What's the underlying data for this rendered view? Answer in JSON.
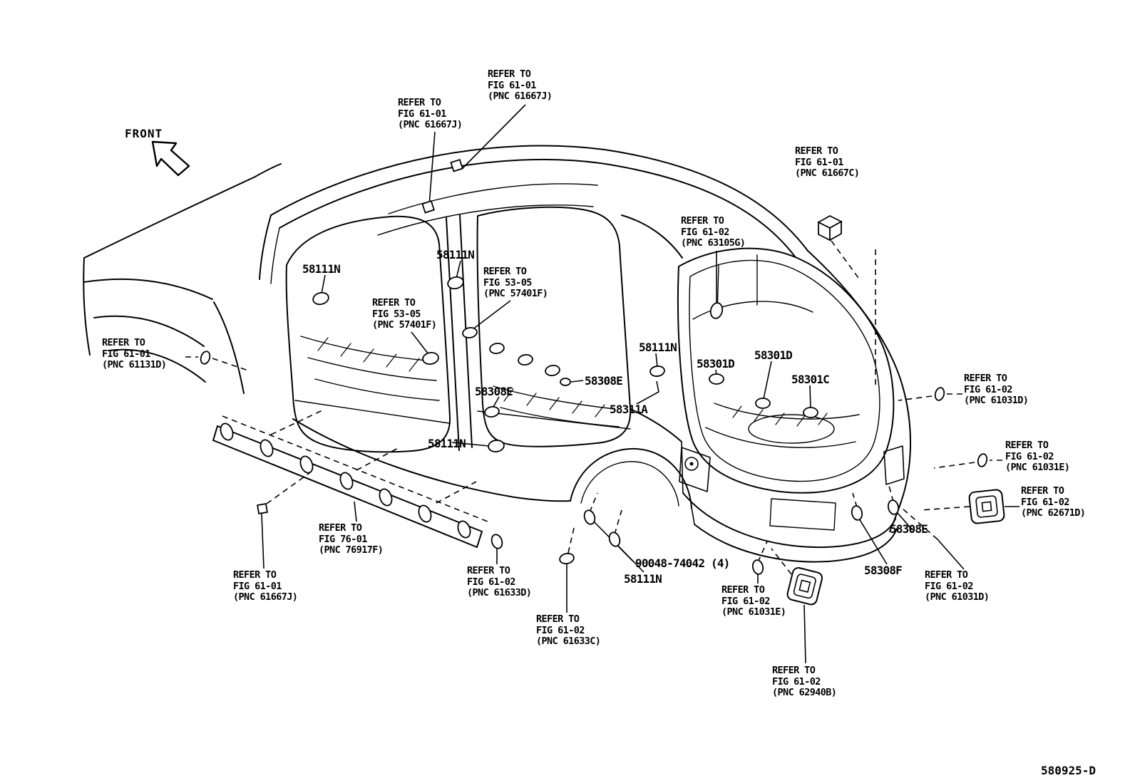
{
  "diagram": {
    "front_label": "FRONT",
    "figure_number": "580925-D"
  },
  "parts": [
    {
      "id": "58111N-roof",
      "text": "58111N"
    },
    {
      "id": "58111N-front",
      "text": "58111N"
    },
    {
      "id": "58111N-mid",
      "text": "58111N"
    },
    {
      "id": "58301D-left",
      "text": "58301D"
    },
    {
      "id": "58301D-right",
      "text": "58301D"
    },
    {
      "id": "58301C",
      "text": "58301C"
    },
    {
      "id": "58308E-upper",
      "text": "58308E"
    },
    {
      "id": "58308E-lower",
      "text": "58308E"
    },
    {
      "id": "58311A",
      "text": "58311A"
    },
    {
      "id": "58111N-floor",
      "text": "58111N"
    },
    {
      "id": "58308E-rear",
      "text": "58308E"
    },
    {
      "id": "90048-74042",
      "text": "90048-74042 (4)"
    },
    {
      "id": "58111N-bottom",
      "text": "58111N"
    },
    {
      "id": "58308F",
      "text": "58308F"
    }
  ],
  "refs": [
    {
      "id": "61667J-top",
      "lines": [
        "REFER TO",
        "FIG 61-01",
        "(PNC 61667J)"
      ]
    },
    {
      "id": "61667J-mid",
      "lines": [
        "REFER TO",
        "FIG 61-01",
        "(PNC 61667J)"
      ]
    },
    {
      "id": "61667C",
      "lines": [
        "REFER TO",
        "FIG 61-01",
        "(PNC 61667C)"
      ]
    },
    {
      "id": "63105G",
      "lines": [
        "REFER TO",
        "FIG 61-02",
        "(PNC 63105G)"
      ]
    },
    {
      "id": "57401F-upper",
      "lines": [
        "REFER TO",
        "FIG 53-05",
        "(PNC 57401F)"
      ]
    },
    {
      "id": "57401F-lower",
      "lines": [
        "REFER TO",
        "FIG 53-05",
        "(PNC 57401F)"
      ]
    },
    {
      "id": "61131D",
      "lines": [
        "REFER TO",
        "FIG 61-01",
        "(PNC 61131D)"
      ]
    },
    {
      "id": "61031D-right",
      "lines": [
        "REFER TO",
        "FIG 61-02",
        "(PNC 61031D)"
      ]
    },
    {
      "id": "61031E-right",
      "lines": [
        "REFER TO",
        "FIG 61-02",
        "(PNC 61031E)"
      ]
    },
    {
      "id": "62671D",
      "lines": [
        "REFER TO",
        "FIG 61-02",
        "(PNC 62671D)"
      ]
    },
    {
      "id": "76917F",
      "lines": [
        "REFER TO",
        "FIG 76-01",
        "(PNC 76917F)"
      ]
    },
    {
      "id": "61667J-bottom",
      "lines": [
        "REFER TO",
        "FIG 61-01",
        "(PNC 61667J)"
      ]
    },
    {
      "id": "61633D",
      "lines": [
        "REFER TO",
        "FIG 61-02",
        "(PNC 61633D)"
      ]
    },
    {
      "id": "61031E-bottom",
      "lines": [
        "REFER TO",
        "FIG 61-02",
        "(PNC 61031E)"
      ]
    },
    {
      "id": "61633C",
      "lines": [
        "REFER TO",
        "FIG 61-02",
        "(PNC 61633C)"
      ]
    },
    {
      "id": "61031D-bottom",
      "lines": [
        "REFER TO",
        "FIG 61-02",
        "(PNC 61031D)"
      ]
    },
    {
      "id": "62940B",
      "lines": [
        "REFER TO",
        "FIG 61-02",
        "(PNC 62940B)"
      ]
    }
  ]
}
